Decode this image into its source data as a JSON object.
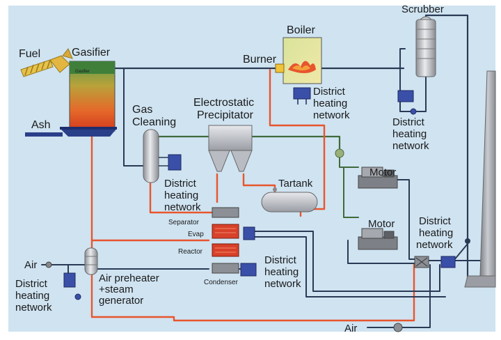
{
  "labels": {
    "fuel": "Fuel",
    "gasifier": "Gasifier",
    "gasifier_plate": "Gasifier",
    "ash": "Ash",
    "boiler": "Boiler",
    "burner": "Burner",
    "scrubber": "Scrubber",
    "gas_cleaning_1": "Gas",
    "gas_cleaning_2": "Cleaning",
    "esp_1": "Electrostatic",
    "esp_2": "Precipitator",
    "tartank": "Tartank",
    "motor_1": "Motor",
    "motor_2": "Motor",
    "separator": "Separator",
    "evap": "Evap",
    "reactor": "Reactor",
    "condenser": "Condenser",
    "air_left": "Air",
    "air_bottom": "Air",
    "air_preheater_1": "Air preheater",
    "air_preheater_2": "+steam",
    "air_preheater_3": "generator",
    "dhn_line_1": "District",
    "dhn_line_2": "heating",
    "dhn_line_3": "network"
  },
  "colors": {
    "background": "#cfe3f1",
    "flue_gas_pipe": "#e8552c",
    "water_pipe": "#2a3a55",
    "gas_pipe": "#3f6a3a",
    "equipment_steel": "#b9bcc2",
    "heat_exchanger": "#3a4fa8",
    "reactor_red": "#d8412a"
  }
}
